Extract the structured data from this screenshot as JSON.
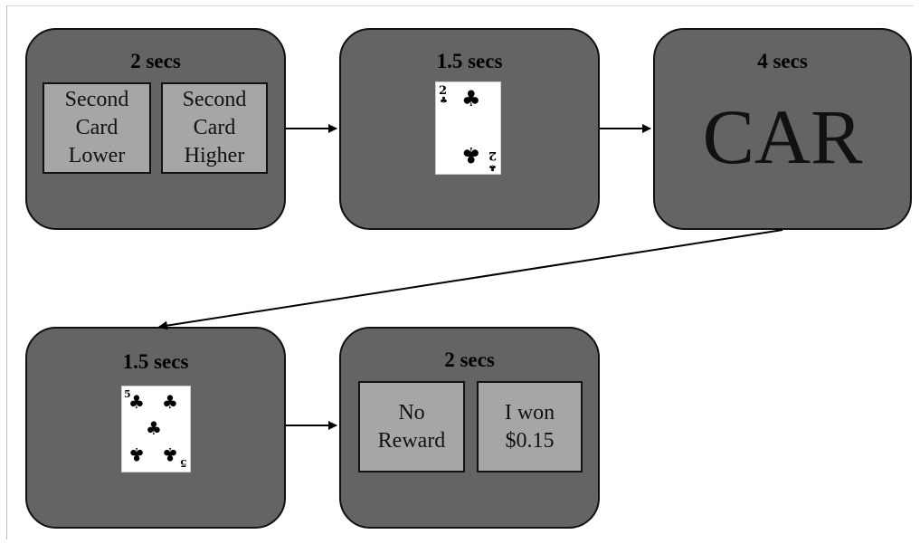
{
  "panels": [
    {
      "duration": "2 secs",
      "options": [
        "Second\nCard\nLower",
        "Second\nCard\nHigher"
      ]
    },
    {
      "duration": "1.5 secs",
      "card": {
        "rank": "2",
        "suit": "♣",
        "suit_name": "clubs"
      }
    },
    {
      "duration": "4 secs",
      "cue": "CAR"
    },
    {
      "duration": "1.5 secs",
      "card": {
        "rank": "5",
        "suit": "♣",
        "suit_name": "clubs"
      }
    },
    {
      "duration": "2 secs",
      "options": [
        "No\nReward",
        "I won\n$0.15"
      ]
    }
  ],
  "colors": {
    "panel": "#646464",
    "option": "#a6a6a6",
    "card": "#ffffff",
    "border": "#111111"
  }
}
